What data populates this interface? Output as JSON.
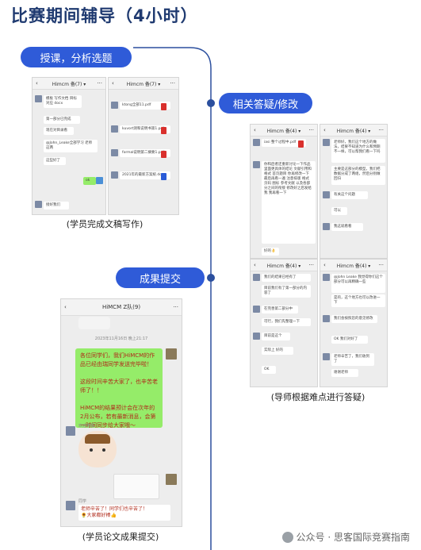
{
  "title": "比赛期间辅导（4小时）",
  "steps": {
    "step1": "授课，分析选题",
    "step2": "相关答疑/修改",
    "step3": "成果提交"
  },
  "captions": {
    "c1": "(学员完成文稿写作)",
    "c2": "(导师根据难点进行答疑)",
    "c3": "(学员论文成果提交)"
  },
  "shot1": {
    "left_title": "Himcm 备(7) ▾",
    "right_title": "Himcm 备(7) ▾",
    "msgs": [
      "模板 写作文档 目标对应 docx",
      "第一部分已完成",
      "现在对目录看",
      "@John_Leake全部学习 老师 这两",
      "这些好了",
      "ok"
    ],
    "last_msg": "接好我们",
    "files": [
      "ktong全部11.pdf",
      "kuvort测和说明书第1.pdf",
      "formal说明第二摘要1.pdf",
      "2021年的最新方案统.docx"
    ]
  },
  "shot2": {
    "left_title": "Himcm 备(4) ▾",
    "right_title": "Himcm 备(4) ▾",
    "file": "iasi 整个过程中.pdf",
    "long": "你和后者还重新讨论一下作品里面更具体的结论 文献引用和格式 首页题目 你再修改一下 最后再看一遍 注意排版 格式 页码 图标 参考文献 以及各部分之间的衔接 修改好之后发给我 我再看一下",
    "reply": "好的👌",
    "right_msgs": [
      "老师好，我们这个地方的做法，结果不知道为什么和预期不一样，可以帮我们看一下吗",
      "主要是这部分的模型，我们把数据分成了两组，然后分别做回归",
      "有关这个问题",
      "可以",
      "我这就看看"
    ],
    "bottom_msgs": [
      "我们的结果已经有了",
      "目前我们有了第一部分的内容了",
      "在完善第二部分中",
      "可行，我们先整理一下",
      "目前是这个",
      "实际上 好的",
      "OK"
    ],
    "bottom_right": [
      "@John Leake 我觉得你们这个部分可以再精确一些",
      "是的，这个地方也可以改进一下",
      "我们会按照您的意见修改",
      "OK 我们对好了",
      "老师辛苦了，我们收到了",
      "谢谢老师"
    ]
  },
  "shot3": {
    "title": "HiMCM Z队(9)",
    "time": "2023年11月16日 晚上21:17",
    "green_msg": "各位同学们，我们HiMCM的作品已经由瑞同学发送完毕啦！\n\n这段时间辛苦大家了，也辛苦老师了！！\n\nHiMCM的结果预计会在次年的2月公布，若有最新消息，会第一时间同步给大家哦～",
    "sticker_label": "欢迎表情",
    "reply_name": "同学",
    "reply_msg": "老师辛苦了！同学们也辛苦了！\n🌻大家都好棒👍"
  },
  "watermark": "公众号 · 思客国际竞赛指南"
}
